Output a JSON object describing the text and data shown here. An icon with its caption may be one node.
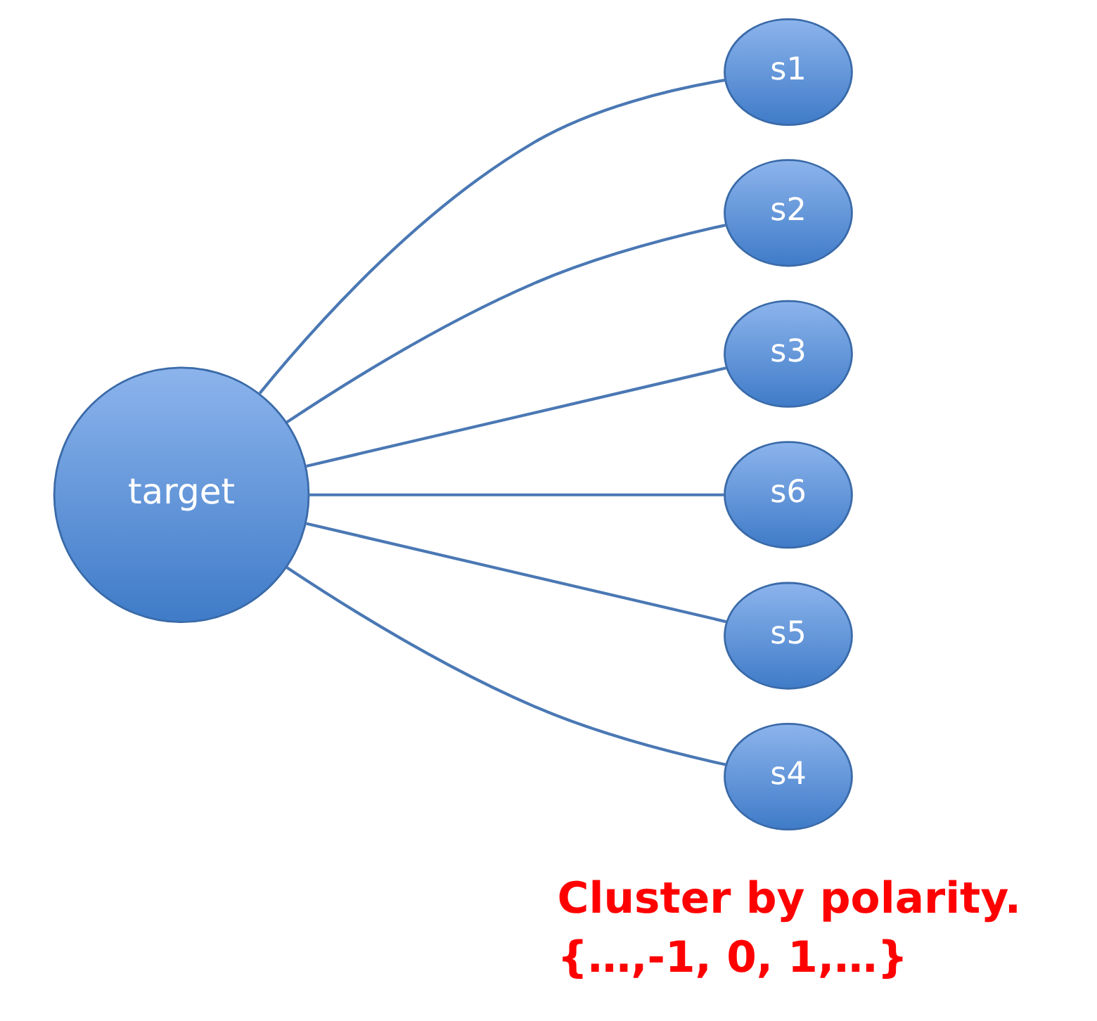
{
  "diagram": {
    "nodes": [
      {
        "text": [
          "s1"
        ]
      },
      {
        "text": [
          "s2"
        ]
      },
      {
        "text": [
          "s3"
        ]
      },
      {
        "text": [
          "target"
        ]
      },
      {
        "text": [
          "s6"
        ]
      },
      {
        "text": [
          "s5"
        ]
      },
      {
        "text": [
          "s4"
        ]
      }
    ],
    "edges": [
      {
        "from": 0,
        "to": 3,
        "arrow": "none"
      },
      {
        "from": 1,
        "to": 3,
        "arrow": "none"
      },
      {
        "from": 2,
        "to": 3,
        "arrow": "none"
      },
      {
        "from": 4,
        "to": 3,
        "arrow": "none"
      },
      {
        "from": 5,
        "to": 3,
        "arrow": "none"
      },
      {
        "from": 6,
        "to": 3,
        "arrow": "none"
      }
    ],
    "labels": [
      "Cluster by polarity.",
      "{…,-1, 0, 1,…}"
    ]
  }
}
